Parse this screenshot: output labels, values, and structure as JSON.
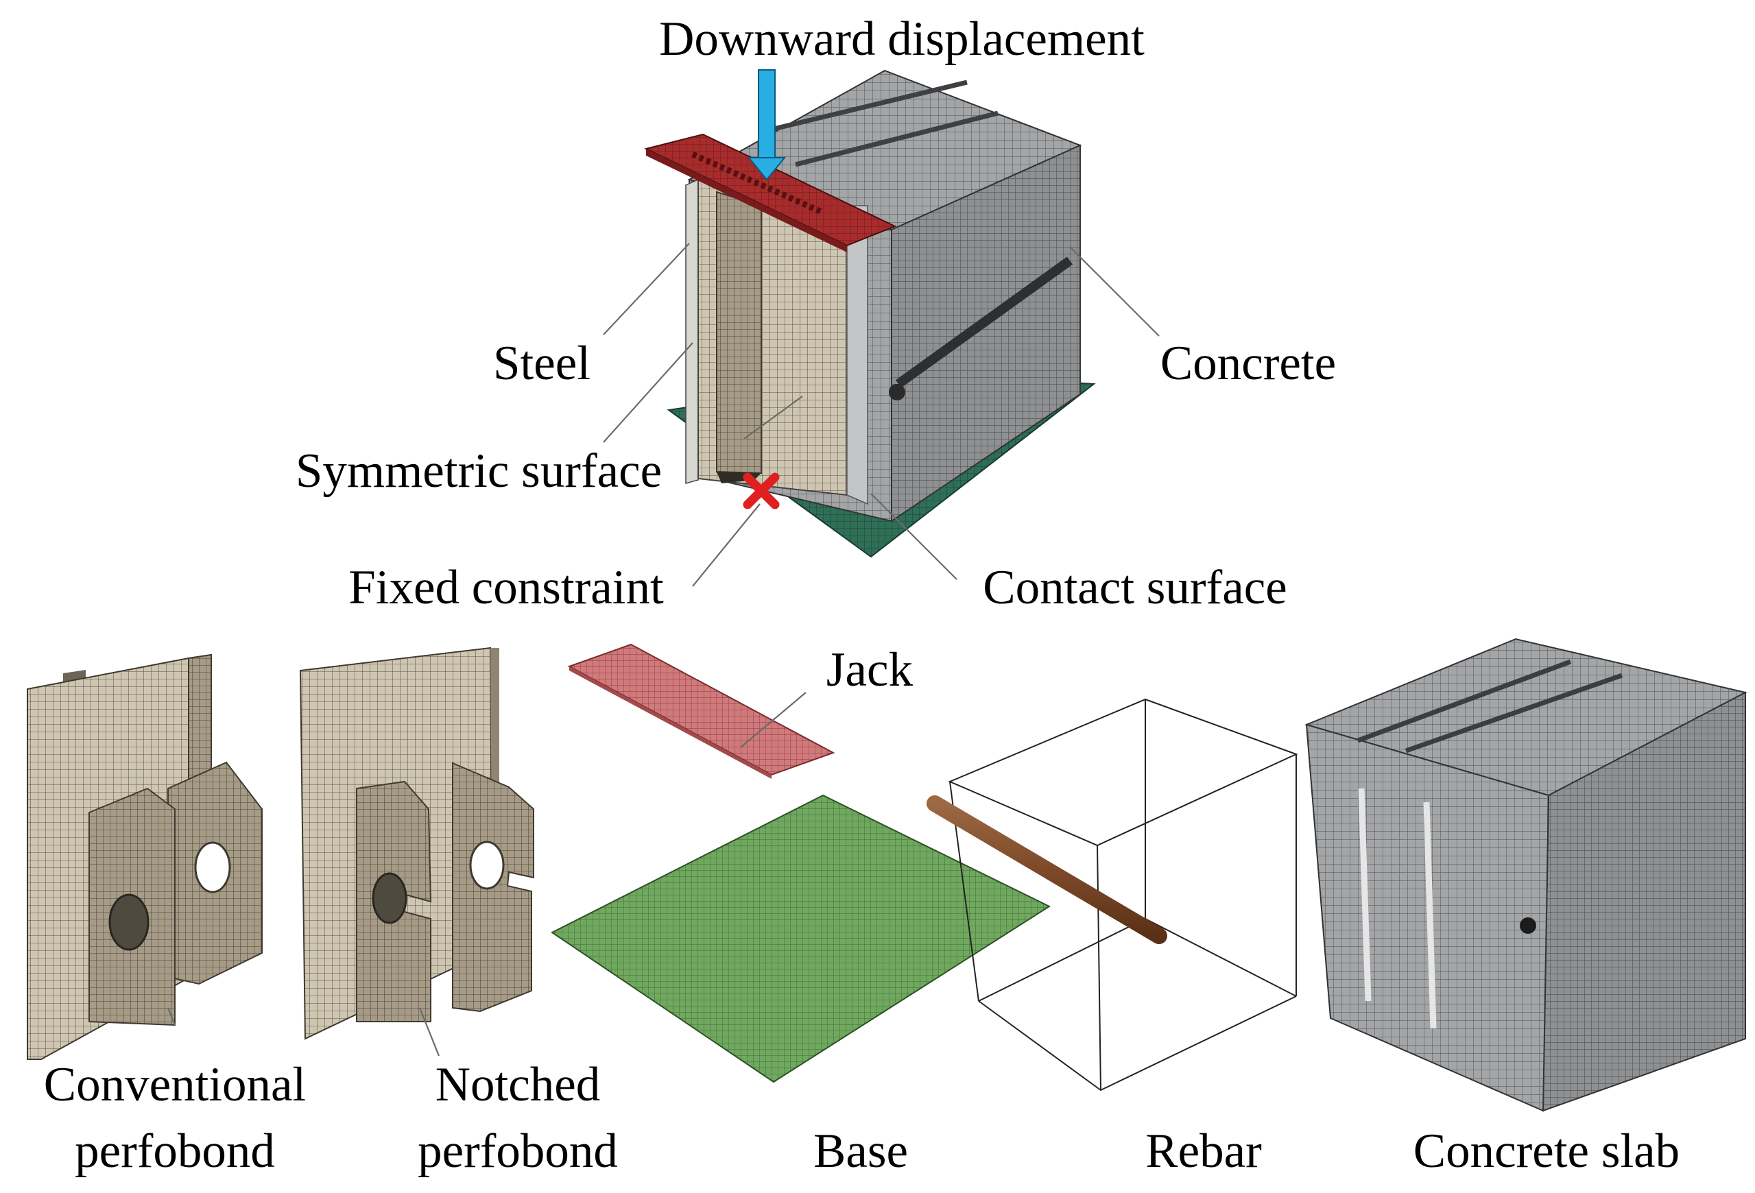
{
  "labels": {
    "downward_displacement": "Downward displacement",
    "steel": "Steel",
    "symmetric_surface": "Symmetric surface",
    "fixed_constraint": "Fixed constraint",
    "concrete": "Concrete",
    "contact_surface": "Contact surface",
    "jack": "Jack",
    "conventional_line1": "Conventional",
    "conventional_line2": "perfobond",
    "notched_line1": "Notched",
    "notched_line2": "perfobond",
    "base": "Base",
    "rebar": "Rebar",
    "concrete_slab": "Concrete slab"
  },
  "colors": {
    "steel": "#c8bea8",
    "steel_dark": "#9d927e",
    "concrete": "#8e9092",
    "concrete_dark": "#5d6063",
    "jack": "#c8686a",
    "jack_top": "#a32a2a",
    "base": "#6aa35a",
    "base_top": "#2e6b55",
    "rebar": "#8a5230",
    "arrow": "#29aee3",
    "fixed_marker": "#e02020"
  }
}
